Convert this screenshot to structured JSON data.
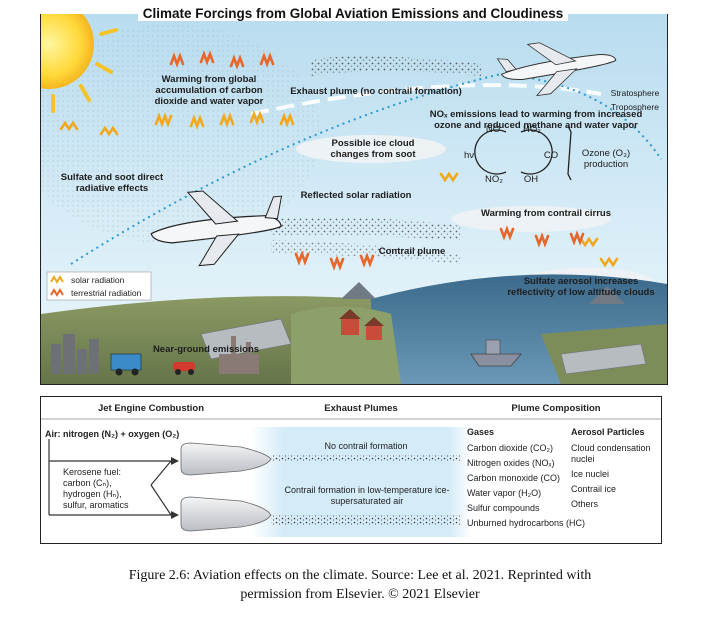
{
  "diagram": {
    "title": "Climate Forcings from Global Aviation Emissions and Cloudiness",
    "labels": {
      "warming_global": "Warming from global accumulation of carbon dioxide and water vapor",
      "exhaust_plume": "Exhaust plume (no contrail formation)",
      "stratosphere": "Stratosphere",
      "troposphere": "Troposphere",
      "nox": "NOₓ emissions lead to warming from increased ozone and reduced methane and water vapor",
      "ice_cloud": "Possible ice cloud changes from soot",
      "sulfate_soot": "Sulfate and soot direct radiative effects",
      "reflected_solar": "Reflected solar radiation",
      "contrail_cirrus": "Warming from contrail cirrus",
      "contrail_plume": "Contrail plume",
      "sulfate_aerosol": "Sulfate aerosol increases reflectivity of low altitude clouds",
      "near_ground": "Near-ground emissions",
      "ozone_production": "Ozone (O₃) production"
    },
    "chemistry": {
      "no": "NO",
      "no2": "NO₂",
      "ho2": "HO₂",
      "oh": "OH",
      "co": "CO",
      "hv": "hν"
    },
    "legend": {
      "solar": "solar radiation",
      "terrestrial": "terrestrial radiation"
    }
  },
  "panel": {
    "headers": {
      "combustion": "Jet Engine Combustion",
      "plumes": "Exhaust Plumes",
      "composition": "Plume Composition"
    },
    "air": "Air: nitrogen (N₂) + oxygen (O₂)",
    "kerosene": [
      "Kerosene fuel:",
      "carbon (Cₙ),",
      "hydrogen (Hₙ),",
      "sulfur, aromatics"
    ],
    "no_contrail": "No contrail formation",
    "contrail_formation": "Contrail formation in low-temperature ice-supersaturated air",
    "gases_title": "Gases",
    "gases": [
      "Carbon dioxide (CO₂)",
      "Nitrogen oxides (NOₓ)",
      "Carbon monoxide (CO)",
      "Water vapor (H₂O)",
      "Sulfur compounds",
      "Unburned hydrocarbons (HC)"
    ],
    "aerosols_title": "Aerosol Particles",
    "aerosols": [
      "Cloud condensation nuclei",
      "Ice nuclei",
      "Contrail ice",
      "Others"
    ]
  },
  "caption": {
    "line1": "Figure 2.6: Aviation effects on the climate. Source: Lee et al. 2021. Reprinted with",
    "line2": "permission from Elsevier. © 2021 Elsevier"
  },
  "colors": {
    "sky_top": "#bfe0f1",
    "sky_bottom": "#e6f3fa",
    "solar": "#f2a81d",
    "terrestrial": "#e8662a",
    "ground": "#7d8d5a",
    "water": "#3f6f93",
    "cloud": "#eef2f5"
  }
}
